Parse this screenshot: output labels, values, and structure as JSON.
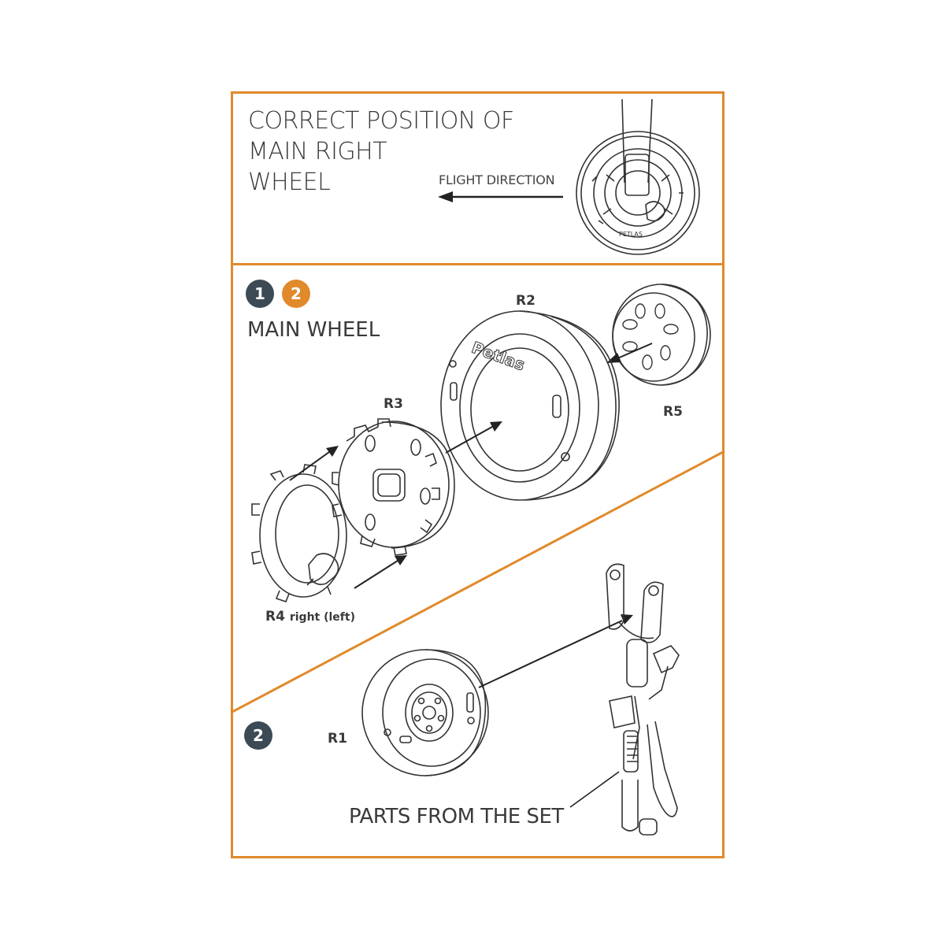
{
  "header": {
    "title_lines": [
      "CORRECT POSITION OF",
      "MAIN RIGHT",
      "WHEEL"
    ],
    "flight_direction": "FLIGHT DIRECTION"
  },
  "steps": {
    "step1": "1",
    "step2_ref": "2",
    "step2": "2"
  },
  "section1": {
    "label": "MAIN  WHEEL",
    "parts": {
      "r2": "R2",
      "r3": "R3",
      "r5": "R5",
      "r4": "R4",
      "r4_note": "right (left)"
    },
    "tire_brand": "Petlas"
  },
  "section2": {
    "part_r1": "R1",
    "parts_from_set": "PARTS FROM THE SET"
  },
  "colors": {
    "accent": "#e08a2c",
    "step_badge": "#3b4a55",
    "line": "#333333"
  }
}
